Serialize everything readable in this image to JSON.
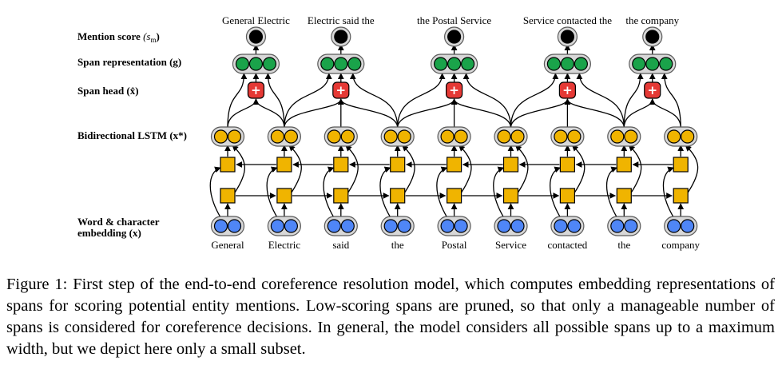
{
  "row_labels": {
    "mention": "Mention score",
    "mention_sym": "(s",
    "mention_sub": "m",
    "mention_close": ")",
    "span_rep": "Span representation (g)",
    "span_head": "Span head (x̂)",
    "bilstm": "Bidirectional LSTM (x*)",
    "embed_line1": "Word & character",
    "embed_line2": "embedding (x)"
  },
  "words": [
    "General",
    "Electric",
    "said",
    "the",
    "Postal",
    "Service",
    "contacted",
    "the",
    "company"
  ],
  "spans": [
    {
      "label": "General Electric",
      "start": 0,
      "end": 1
    },
    {
      "label": "Electric said the",
      "start": 1,
      "end": 3
    },
    {
      "label": "the Postal Service",
      "start": 3,
      "end": 5
    },
    {
      "label": "Service contacted the",
      "start": 5,
      "end": 7
    },
    {
      "label": "the company",
      "start": 7,
      "end": 8
    }
  ],
  "head_symbol": "+",
  "colors": {
    "embedding": "#4f86f7",
    "lstm": "#f0b400",
    "span_rep": "#1aa34a",
    "head": "#e53935",
    "mention": "#000000",
    "frame_outer": "#5a5a5a",
    "frame_inner": "#d8d8d8"
  },
  "caption": "Figure 1: First step of the end-to-end coreference resolution model, which computes embedding representations of spans for scoring potential entity mentions. Low-scoring spans are pruned, so that only a manageable number of spans is considered for coreference decisions. In general, the model considers all possible spans up to a maximum width, but we depict here only a small subset."
}
